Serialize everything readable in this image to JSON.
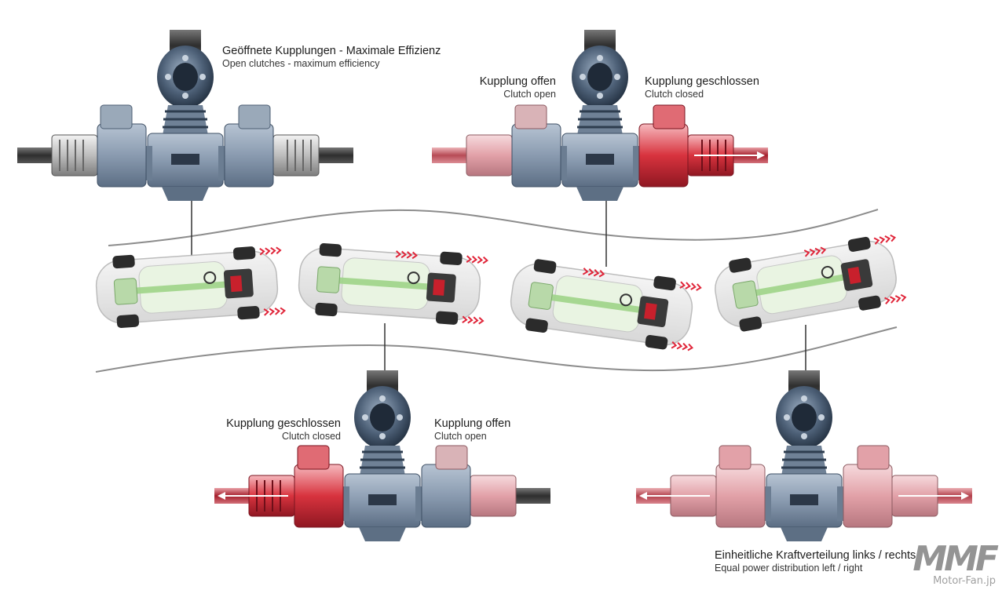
{
  "labels": {
    "top_left": {
      "de": "Geöffnete Kupplungen - Maximale Effizienz",
      "en": "Open clutches - maximum efficiency"
    },
    "top_right_left": {
      "de": "Kupplung offen",
      "en": "Clutch open"
    },
    "top_right_right": {
      "de": "Kupplung geschlossen",
      "en": "Clutch closed"
    },
    "bottom_mid_left": {
      "de": "Kupplung geschlossen",
      "en": "Clutch closed"
    },
    "bottom_mid_right": {
      "de": "Kupplung offen",
      "en": "Clutch open"
    },
    "bottom_right": {
      "de": "Einheitliche Kraftverteilung links / rechts",
      "en": "Equal power distribution left / right"
    }
  },
  "watermark": {
    "logo": "MMF",
    "site": "Motor-Fan.jp"
  },
  "colors": {
    "housing": "#8a9bb0",
    "housing_dark": "#4e6178",
    "shaft": "#3d3d3d",
    "clutch_active": "#d8333e",
    "clutch_active_light": "#f0a5ab",
    "car_body": "#e6e6e6",
    "car_drivetrain": "#a7d98f",
    "arrow": "#e0263a"
  },
  "differentials": [
    {
      "id": "top-left",
      "left_clutch": "open",
      "right_clutch": "open"
    },
    {
      "id": "top-right",
      "left_clutch": "open",
      "right_clutch": "closed"
    },
    {
      "id": "bottom-middle",
      "left_clutch": "closed",
      "right_clutch": "open"
    },
    {
      "id": "bottom-right",
      "left_clutch": "closed",
      "right_clutch": "closed"
    }
  ]
}
